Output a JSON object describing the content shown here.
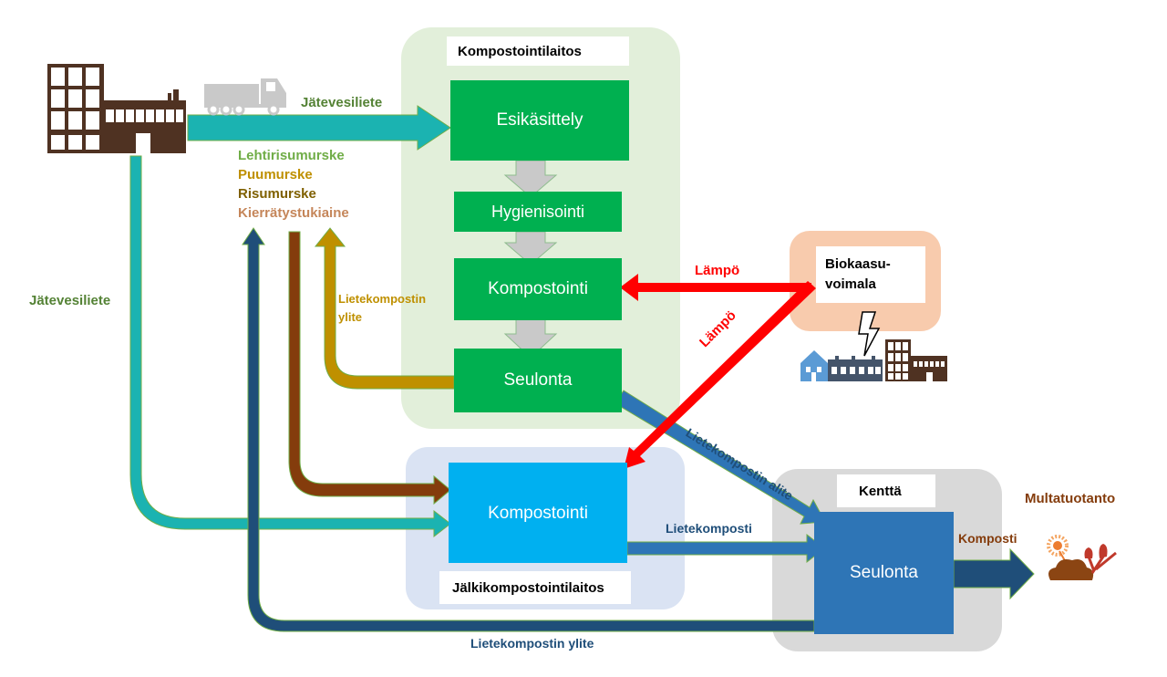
{
  "title": "Kompostointiprosessi",
  "colors": {
    "green_box": "#00b050",
    "cyan_box": "#00b0f0",
    "blue_box": "#2e75b6",
    "teal_flow": "#1bb3b1",
    "brown_flow": "#843c0c",
    "gold_flow": "#bf9000",
    "navy_flow": "#1f4e79",
    "blue_flow": "#2e75b6",
    "heat": "#ff0000",
    "gray_arrow": "#c9c9c9"
  },
  "regions": {
    "composting_plant": {
      "label": "Kompostointilaitos"
    },
    "post_composting_plant": {
      "label": "Jälkikompostointilaitos"
    },
    "field": {
      "label": "Kenttä"
    },
    "biogas_plant": {
      "label_line1": "Biokaasu-",
      "label_line2": "voimala"
    }
  },
  "process_steps": {
    "pretreatment": "Esikäsittely",
    "hygienisation": "Hygienisointi",
    "composting_1": "Kompostointi",
    "screening_1": "Seulonta",
    "composting_2": "Kompostointi",
    "screening_2": "Seulonta"
  },
  "flows": {
    "sewage_sludge_top": "Jätevesiliete",
    "sewage_sludge_left": "Jätevesiliete",
    "materials": [
      {
        "label": "Lehtirisumurske",
        "color": "#70ad47"
      },
      {
        "label": "Puumurske",
        "color": "#bf9000"
      },
      {
        "label": "Risumurske",
        "color": "#7f6000"
      },
      {
        "label": "Kierrätystukiaine",
        "color": "#c5865a"
      }
    ],
    "overflow_1_line1": "Lietekompostin",
    "overflow_1_line2": "ylite",
    "heat_1": "Lämpö",
    "heat_2": "Lämpö",
    "underflow": "Lietekompostin alite",
    "sludge_compost": "Lietekomposti",
    "overflow_2": "Lietekompostin ylite",
    "compost": "Komposti",
    "soil_production": "Multatuotanto"
  }
}
